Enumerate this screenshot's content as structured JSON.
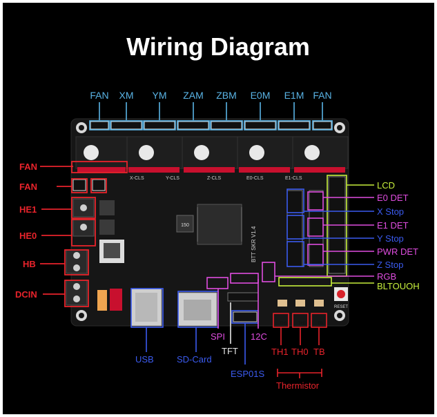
{
  "title": "Wiring Diagram",
  "colors": {
    "top": "#5ab4e6",
    "left": "#e8232b",
    "right_lime": "#c8f03c",
    "right_magenta": "#e04de0",
    "right_blue": "#3b5bf0",
    "bottom_blue": "#3b5bf0",
    "bottom_magenta": "#e04de0",
    "bottom_gray": "#e8e8e8",
    "bottom_red": "#e8232b",
    "board": "#141414",
    "socket_red": "#c8102e"
  },
  "top_labels": [
    "FAN",
    "XM",
    "YM",
    "ZAM",
    "ZBM",
    "E0M",
    "E1M",
    "FAN"
  ],
  "left_labels": [
    "FAN",
    "FAN",
    "HE1",
    "HE0",
    "HB",
    "DCIN"
  ],
  "right_labels": [
    "LCD",
    "E0 DET",
    "X Stop",
    "E1 DET",
    "Y Stop",
    "PWR DET",
    "Z Stop",
    "RGB",
    "BLTOUOH"
  ],
  "bottom_labels": {
    "usb": "USB",
    "sd_card": "SD-Card",
    "spi": "SPI",
    "tft": "TFT",
    "i2c": "12C",
    "esp01s": "ESP01S",
    "th1": "TH1",
    "th0": "TH0",
    "tb": "TB",
    "thermistor": "Thermistor"
  },
  "board_text": {
    "model": "BTT SKR V1.4",
    "chip": "150",
    "drivers": [
      "X-CLS",
      "Y-CLS",
      "Z-CLS",
      "E0-CLS",
      "E1-CLS"
    ],
    "thermistor_pads": [
      "TH1",
      "TH0",
      "TB"
    ],
    "reset": "RESET"
  }
}
